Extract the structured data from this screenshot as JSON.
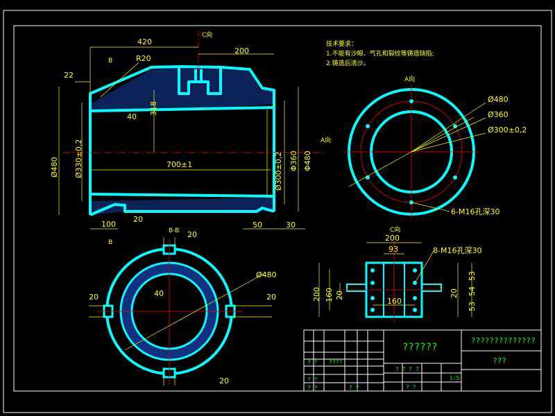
{
  "colors": {
    "outline": "#00ffff",
    "dimension": "#ffff00",
    "center": "#ff0000",
    "frame": "#ffffff",
    "title_text": "#00ff00",
    "background": "#000000"
  },
  "tech_requirements": {
    "title": "技术要求：",
    "line1": "1.不能有沙眼、气孔和裂纹等铸造缺陷;",
    "line2": "2.铸造后清沙。"
  },
  "front_view": {
    "dims": {
      "d420": "420",
      "d200": "200",
      "d22": "22",
      "r20": "R20",
      "d40": "40",
      "d318": "318",
      "d700": "700±1",
      "d480": "Ø480",
      "d330": "Ø330±0,2",
      "d300": "Ø300±0,2",
      "d360": "Φ360",
      "d480b": "Φ480",
      "d100": "100",
      "d20": "20",
      "d50": "50",
      "d30": "30"
    },
    "labels": {
      "c_dir": "C向",
      "a_dir": "A向",
      "b_top": "B",
      "b_bottom": "B"
    }
  },
  "a_view": {
    "title": "A向",
    "labels": {
      "d480": "Ø480",
      "d360": "Ø360",
      "d300": "Ø300±0,2",
      "holes": "6-M16孔深30"
    }
  },
  "section_bb": {
    "title": "B-B",
    "labels": {
      "top20": "20",
      "left20": "20",
      "right20": "20",
      "bottom20": "20",
      "d40": "40",
      "d480": "Ø480"
    }
  },
  "c_view": {
    "title": "C向",
    "labels": {
      "d200": "200",
      "d93": "93",
      "holes": "8-M16孔深30",
      "h200": "200",
      "h160": "160",
      "h20a": "20",
      "h20b": "20",
      "d160": "160",
      "h53": "53",
      "h54": "54",
      "h53b": "53"
    }
  },
  "title_block": {
    "name_cell": "??????",
    "school_cell": "??????????????",
    "drawing_no_cell": "???",
    "small_cells": [
      "????",
      "? ?",
      "? ? ? ?",
      "? ?",
      "? ?",
      "? ?",
      "? ?",
      "1:5"
    ]
  }
}
